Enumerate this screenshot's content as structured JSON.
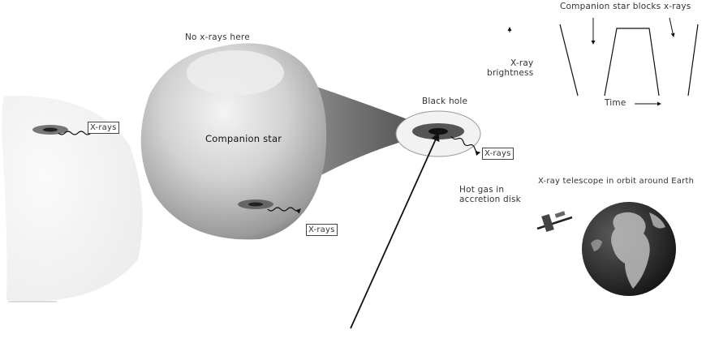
{
  "labels": {
    "no_xrays_here": "No x-rays here",
    "companion_star": "Companion star",
    "black_hole": "Black hole",
    "hot_gas": "Hot gas in\naccretion disk",
    "xray_telescope": "X-ray telescope in orbit around Earth",
    "companion_blocks": "Companion star blocks x-rays",
    "xray_brightness": "X-ray\nbrightness",
    "time": "Time",
    "xrays_left": "X-rays",
    "xrays_bottom": "X-rays",
    "xrays_right": "X-rays"
  },
  "colors": {
    "star_fill": "#c9c9c9",
    "star_dark": "#7a7a7a",
    "ocean": "#2b2b2b",
    "land": "#bdbdbd",
    "line": "#111111"
  },
  "icons": {
    "arrow": "long-pointer-arrow",
    "telescope": "satellite-icon",
    "earth": "earth-globe-icon"
  }
}
